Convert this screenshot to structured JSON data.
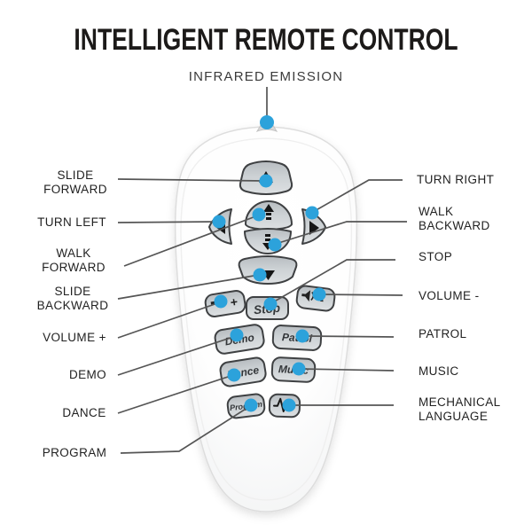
{
  "title": "INTELLIGENT REMOTE CONTROL",
  "top_annotation": {
    "label": "INFRARED EMISSION"
  },
  "colors": {
    "marker_blue": "#2ca2db",
    "callout_line": "#555555",
    "button_border": "#3e4042",
    "button_fill_light": "#dde0e2",
    "button_fill_dark": "#b7bcc0",
    "title_color": "#1c1a19"
  },
  "remote_buttons": {
    "stop": "Stop",
    "demo": "Demo",
    "patrol": "Patrol",
    "dance": "Dance",
    "music": "Music",
    "program": "Program",
    "volume_plus_sign": "+",
    "volume_minus_sign": "-",
    "icons": {
      "slide_forward": "triangle-up",
      "slide_backward": "triangle-down",
      "turn_left": "triangle-left",
      "turn_right": "triangle-right",
      "walk_forward": "arrow-up",
      "walk_backward": "arrow-down",
      "volume_plus": "speaker",
      "volume_minus": "speaker",
      "mechanical_language": "waveform",
      "infrared": "blue-dot"
    }
  },
  "labels_left": [
    {
      "text": "SLIDE FORWARD"
    },
    {
      "text": "TURN LEFT"
    },
    {
      "text": "WALK FORWARD"
    },
    {
      "text": "SLIDE BACKWARD"
    },
    {
      "text": "VOLUME +"
    },
    {
      "text": "DEMO"
    },
    {
      "text": "DANCE"
    },
    {
      "text": "PROGRAM"
    }
  ],
  "labels_right": [
    {
      "text": "TURN RIGHT"
    },
    {
      "text": "WALK BACKWARD"
    },
    {
      "text": "STOP"
    },
    {
      "text": "VOLUME -"
    },
    {
      "text": "PATROL"
    },
    {
      "text": "MUSIC"
    },
    {
      "text": "MECHANICAL LANGUAGE"
    }
  ]
}
